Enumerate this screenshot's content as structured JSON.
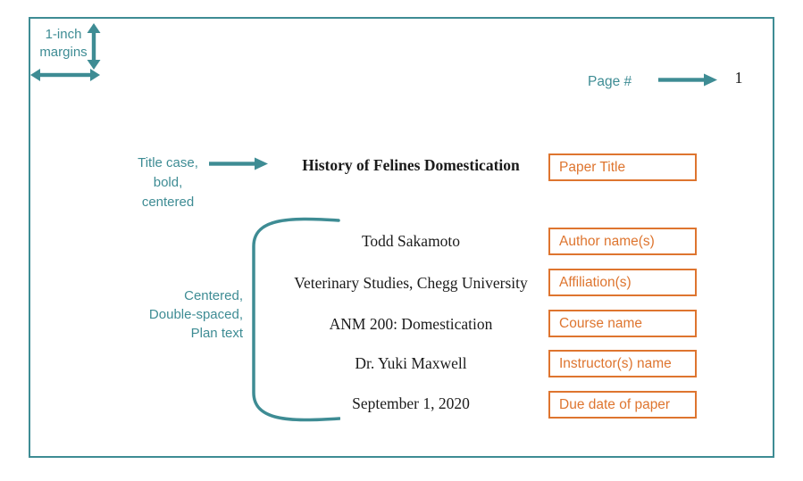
{
  "colors": {
    "teal": "#3E8C94",
    "orange": "#DE752F",
    "ink": "#1b1b1b"
  },
  "header": {
    "page_label": "Page #",
    "page_number": "1"
  },
  "notes": {
    "margins": "1-inch margins",
    "title_format": "Title case,\nbold,\ncentered",
    "body_format": "Centered,\nDouble-spaced,\nPlan text"
  },
  "paper": {
    "title": "History of Felines Domestication",
    "lines": [
      "Todd Sakamoto",
      "Veterinary Studies, Chegg University",
      "ANM 200: Domestication",
      "Dr. Yuki Maxwell",
      "September 1, 2020"
    ]
  },
  "labels": {
    "title": "Paper Title",
    "items": [
      "Author name(s)",
      "Affiliation(s)",
      "Course name",
      "Instructor(s) name",
      "Due date of paper"
    ]
  },
  "icons": {
    "margins_vertical_arrow": "double-headed-vertical-arrow",
    "margins_horizontal_arrow": "double-headed-horizontal-arrow",
    "title_arrow": "right-arrow",
    "page_arrow": "right-arrow",
    "bracket": "left-square-bracket"
  }
}
